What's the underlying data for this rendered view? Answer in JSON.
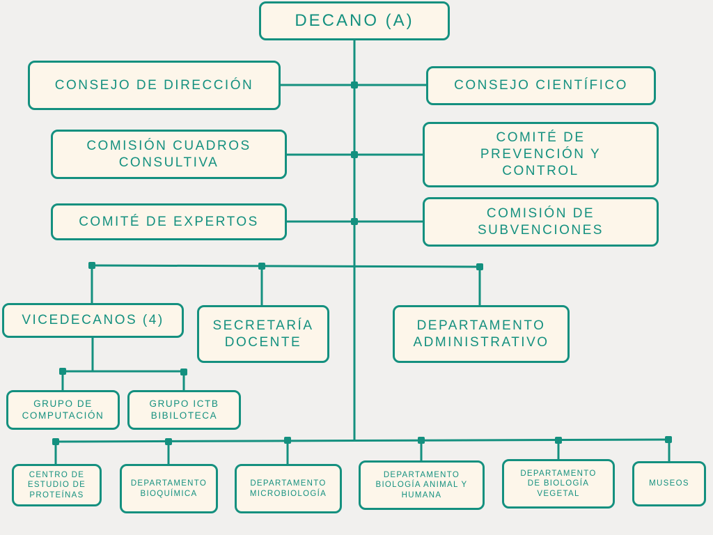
{
  "colors": {
    "accent": "#14907f",
    "box_fill": "#fdf6ea",
    "background": "#f1f0ee"
  },
  "nodes": {
    "decano": "DECANO (A)",
    "consejo_direccion": "CONSEJO DE  DIRECCIÓN",
    "consejo_cientifico": "CONSEJO CIENTÍFICO",
    "comision_cuadros": "COMISIÓN CUADROS\nCONSULTIVA",
    "comite_prevencion": "COMITÉ DE\nPREVENCIÓN Y\nCONTROL",
    "comite_expertos": "COMITÉ DE EXPERTOS",
    "comision_subvenciones": "COMISIÓN DE\nSUBVENCIONES",
    "vicedecanos": "VICEDECANOS (4)",
    "secretaria": "SECRETARÍA\nDOCENTE",
    "depto_admin": "DEPARTAMENTO\nADMINISTRATIVO",
    "grupo_computacion": "GRUPO DE\nCOMPUTACIÓN",
    "grupo_ictb": "GRUPO ICTB\nBIBILOTECA",
    "centro_proteinas": "CENTRO DE\nESTUDIO DE\nPROTEÍNAS",
    "depto_bioquimica": "DEPARTAMENTO\nBIOQUÍMICA",
    "depto_microbiologia": "DEPARTAMENTO\nMICROBIOLOGÍA",
    "depto_bio_animal": "DEPARTAMENTO\nBIOLOGÍA ANIMAL Y\nHUMANA",
    "depto_bio_vegetal": "DEPARTAMENTO\nDE BIOLOGÍA\nVEGETAL",
    "museos": "MUSEOS"
  }
}
